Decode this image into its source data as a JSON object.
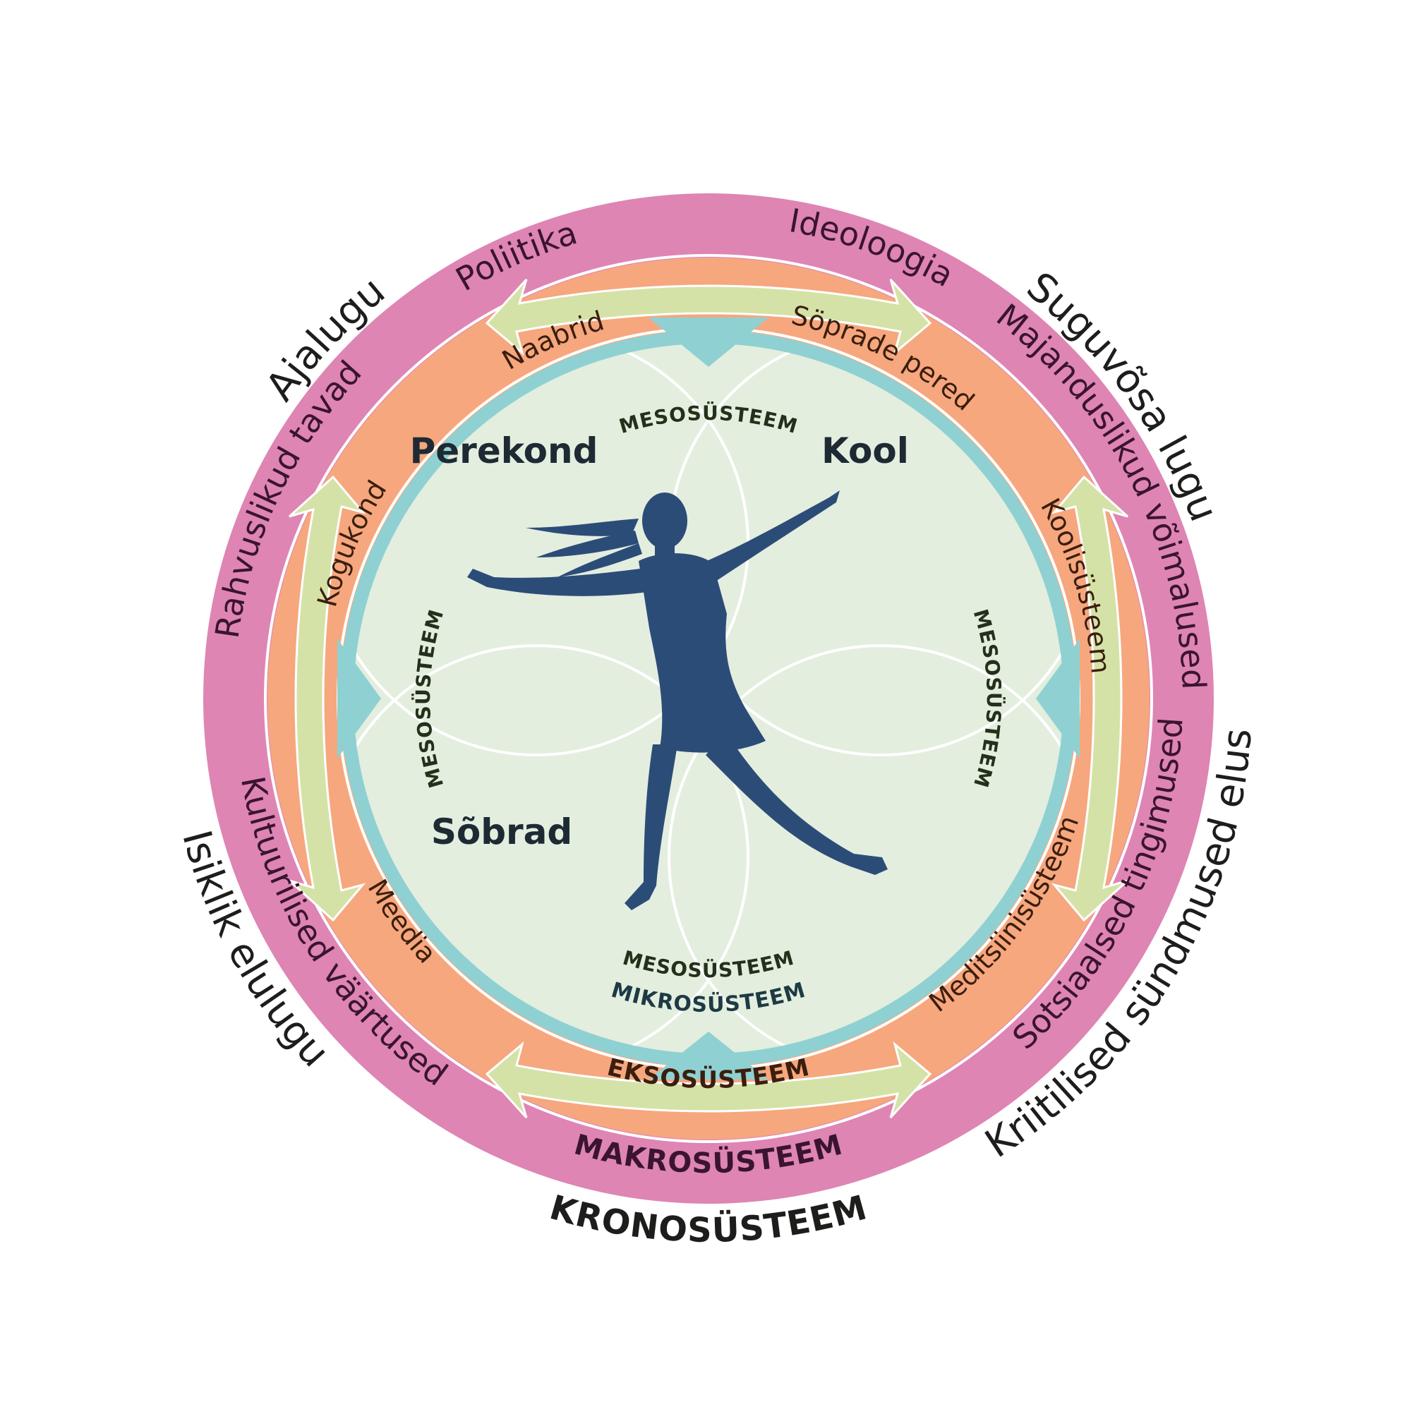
{
  "chronosystem": {
    "title": "KRONOSÜSTEEM",
    "items": [
      "Ajalugu",
      "Suguvõsa lugu",
      "Kriitilised sündmused elus",
      "Isiklik elulugu"
    ]
  },
  "macrosystem": {
    "title": "MAKROSÜSTEEM",
    "items": [
      "Poliitika",
      "Ideoloogia",
      "Majanduslikud võimalused",
      "Sotsiaalsed tingimused",
      "Kultuurilised väärtused",
      "Rahvuslikud tavad"
    ]
  },
  "exosystem": {
    "title": "EKSOSÜSTEEM",
    "items": [
      "Naabrid",
      "Söprade pered",
      "Koolisüsteem",
      "Meditsiinisüsteem",
      "Meedia",
      "Kogukond"
    ]
  },
  "microsystem": {
    "title": "MIKROSÜSTEEM",
    "items": [
      "Perekond",
      "Kool",
      "Sõbrad"
    ]
  },
  "mesosystem": {
    "label": "MESOSÜSTEEM",
    "labels": [
      "MESOSÜSTEEM",
      "MESOSÜSTEEM",
      "MESOSÜSTEEM",
      "MESOSÜSTEEM"
    ]
  },
  "colors": {
    "macro_ring": "#de85b3",
    "exo_ring": "#f6a77e",
    "micro_ring": "#8fd1d2",
    "center_fill": "#e3eedf",
    "meso_arrow": "#d5e2a7",
    "figure": "#2c4c78"
  },
  "icons": {
    "center_figure": "child-jumping-silhouette-icon"
  }
}
